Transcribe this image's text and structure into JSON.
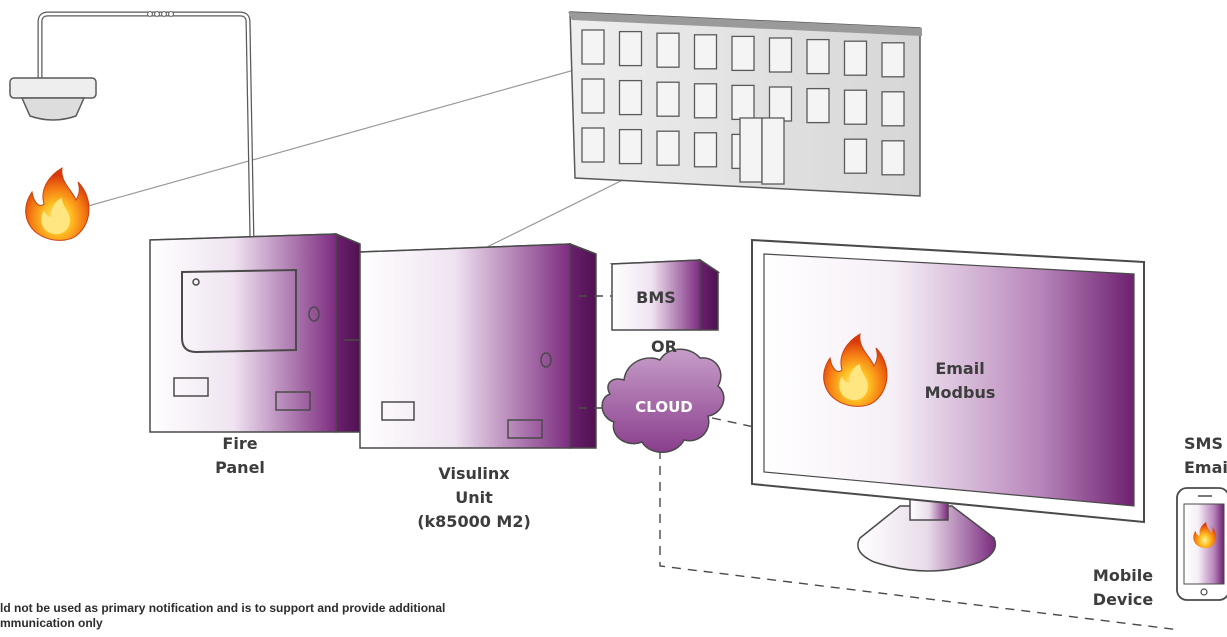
{
  "labels": {
    "fire_panel_line1": "Fire",
    "fire_panel_line2": "Panel",
    "visulinx_line1": "Visulinx",
    "visulinx_line2": "Unit",
    "visulinx_line3": "(k85000 M2)",
    "bms": "BMS",
    "or": "OR",
    "cloud": "CLOUD",
    "monitor_line1": "Email",
    "monitor_line2": "Modbus",
    "sms": "SMS",
    "email": "Email",
    "mobile_line1": "Mobile",
    "mobile_line2": "Device"
  },
  "footnote": {
    "line1": "ld not be used  as primary notification and is to support and provide additional",
    "line2": "mmunication only"
  },
  "colors": {
    "purple_dark": "#6b1f6e",
    "purple_light": "#f4eef6",
    "building_grey": "#e4e4e4",
    "outline": "#4a4a4a"
  },
  "icons": [
    "smoke-detector-icon",
    "flame-icon",
    "building-icon",
    "fire-panel-icon",
    "visulinx-unit-icon",
    "bms-box-icon",
    "cloud-icon",
    "monitor-icon",
    "mobile-phone-icon"
  ]
}
